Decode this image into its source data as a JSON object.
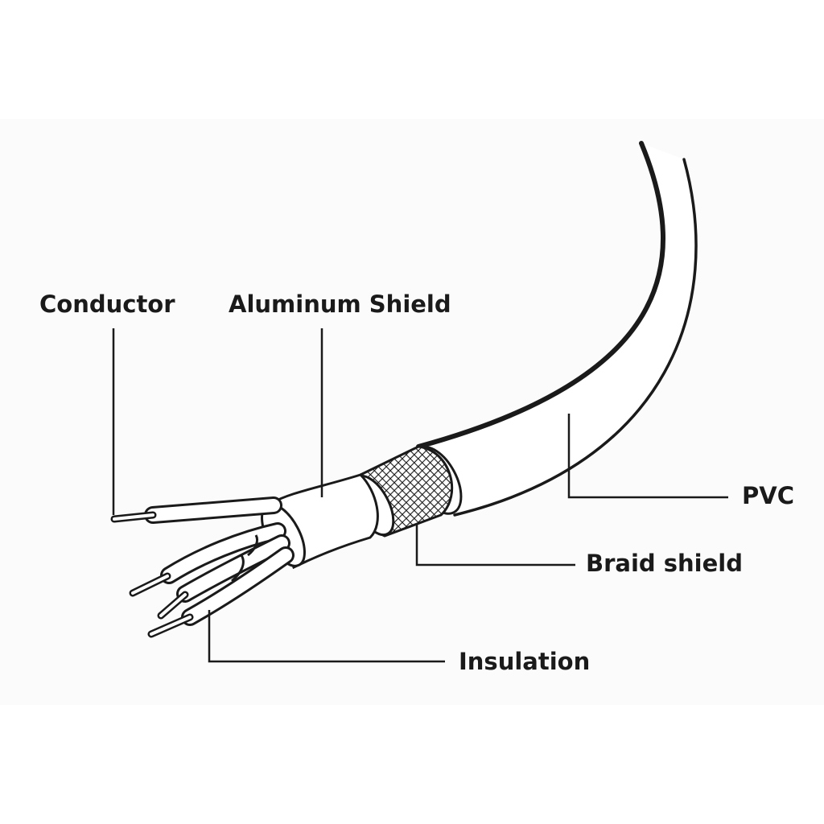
{
  "labels": {
    "conductor": "Conductor",
    "aluminum_shield": "Aluminum Shield",
    "pvc": "PVC",
    "braid_shield": "Braid shield",
    "insulation": "Insulation"
  },
  "colors": {
    "ink": "#1a1a1a",
    "panel": "#fbfbfb",
    "sheath": "#ffffff"
  }
}
